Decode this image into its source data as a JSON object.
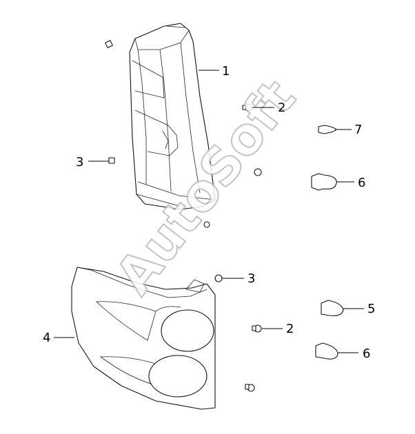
{
  "watermark": "AutoSoft",
  "callouts": [
    {
      "id": "c1",
      "label": "1"
    },
    {
      "id": "c2a",
      "label": "2"
    },
    {
      "id": "c7",
      "label": "7"
    },
    {
      "id": "c3a",
      "label": "3"
    },
    {
      "id": "c6a",
      "label": "6"
    },
    {
      "id": "c3b",
      "label": "3"
    },
    {
      "id": "c5",
      "label": "5"
    },
    {
      "id": "c4",
      "label": "4"
    },
    {
      "id": "c2b",
      "label": "2"
    },
    {
      "id": "c6b",
      "label": "6"
    }
  ]
}
